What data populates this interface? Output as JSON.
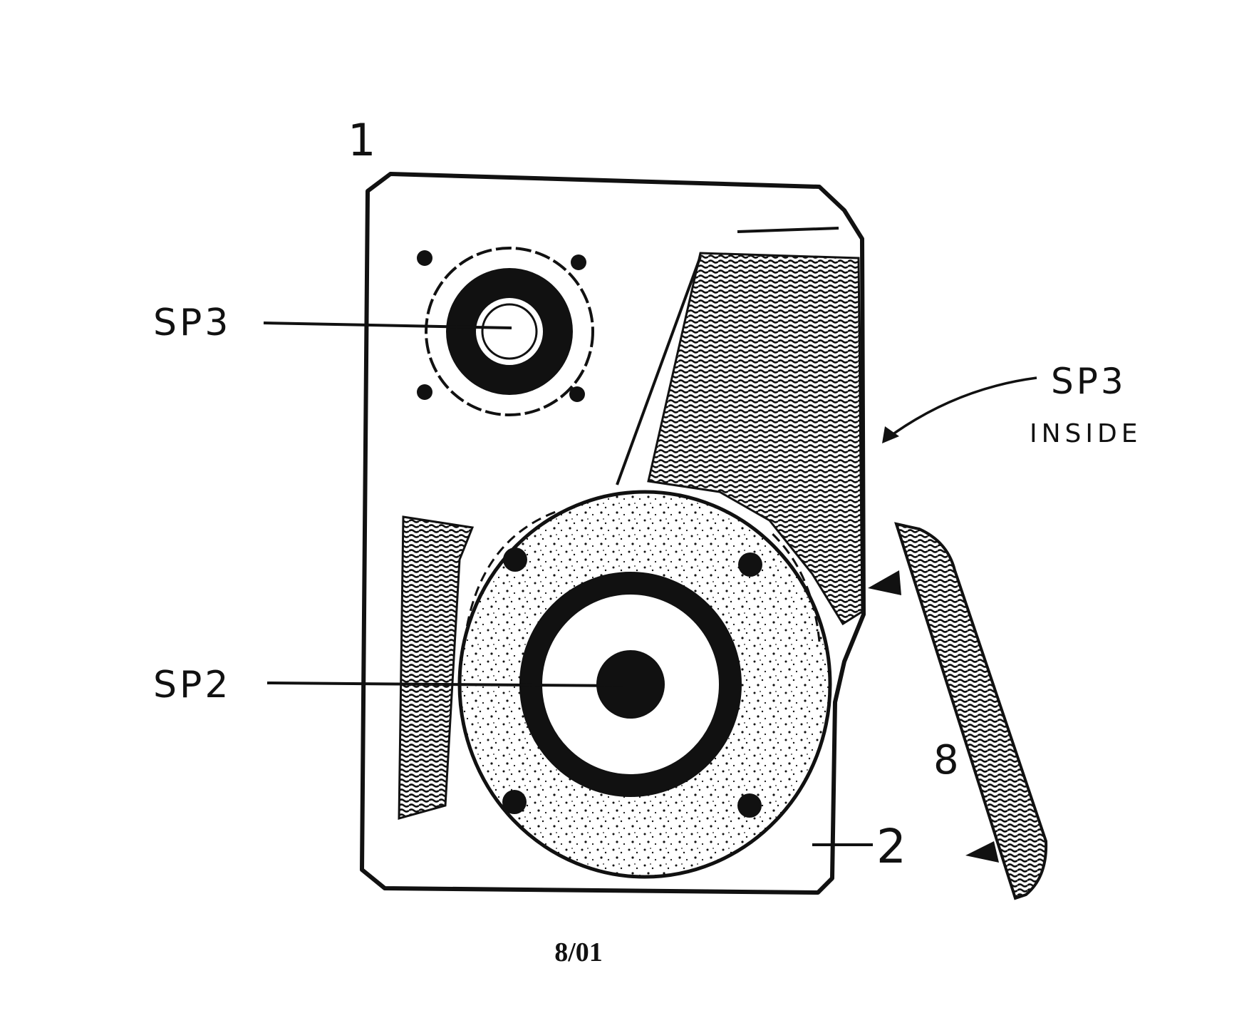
{
  "figure": {
    "labels": {
      "ref_1": "1",
      "ref_2": "2",
      "ref_8": "8",
      "sp3_front": "SP3",
      "sp2": "SP2",
      "sp3_inside_top": "SP3",
      "sp3_inside_bottom": "INSIDE"
    },
    "page_number": "8/01"
  }
}
